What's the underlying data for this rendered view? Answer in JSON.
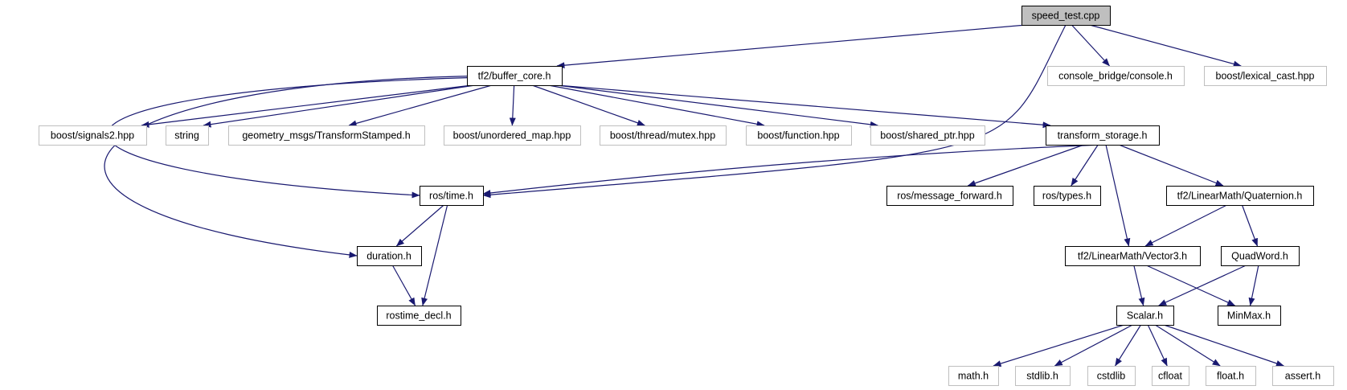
{
  "diagram": {
    "colors": {
      "edge": "#191970",
      "root_fill": "#bfbfbf",
      "root_stroke": "#000000",
      "internal_stroke": "#000000",
      "external_stroke": "#bfbfbf",
      "node_fill": "#ffffff"
    },
    "nodes": [
      {
        "id": "speed_test",
        "label": "speed_test.cpp",
        "kind": "root"
      },
      {
        "id": "buffer_core",
        "label": "tf2/buffer_core.h",
        "kind": "internal"
      },
      {
        "id": "console",
        "label": "console_bridge/console.h",
        "kind": "external"
      },
      {
        "id": "lexical_cast",
        "label": "boost/lexical_cast.hpp",
        "kind": "external"
      },
      {
        "id": "signals2",
        "label": "boost/signals2.hpp",
        "kind": "external"
      },
      {
        "id": "string",
        "label": "string",
        "kind": "external"
      },
      {
        "id": "transform_stamped",
        "label": "geometry_msgs/TransformStamped.h",
        "kind": "external"
      },
      {
        "id": "unordered_map",
        "label": "boost/unordered_map.hpp",
        "kind": "external"
      },
      {
        "id": "mutex",
        "label": "boost/thread/mutex.hpp",
        "kind": "external"
      },
      {
        "id": "function",
        "label": "boost/function.hpp",
        "kind": "external"
      },
      {
        "id": "shared_ptr",
        "label": "boost/shared_ptr.hpp",
        "kind": "external"
      },
      {
        "id": "transform_storage",
        "label": "transform_storage.h",
        "kind": "internal"
      },
      {
        "id": "ros_time",
        "label": "ros/time.h",
        "kind": "internal"
      },
      {
        "id": "message_forward",
        "label": "ros/message_forward.h",
        "kind": "internal"
      },
      {
        "id": "ros_types",
        "label": "ros/types.h",
        "kind": "internal"
      },
      {
        "id": "quaternion",
        "label": "tf2/LinearMath/Quaternion.h",
        "kind": "internal"
      },
      {
        "id": "duration",
        "label": "duration.h",
        "kind": "internal"
      },
      {
        "id": "vector3",
        "label": "tf2/LinearMath/Vector3.h",
        "kind": "internal"
      },
      {
        "id": "quadword",
        "label": "QuadWord.h",
        "kind": "internal"
      },
      {
        "id": "rostime_decl",
        "label": "rostime_decl.h",
        "kind": "internal"
      },
      {
        "id": "scalar",
        "label": "Scalar.h",
        "kind": "internal"
      },
      {
        "id": "minmax",
        "label": "MinMax.h",
        "kind": "internal"
      },
      {
        "id": "math",
        "label": "math.h",
        "kind": "external"
      },
      {
        "id": "stdlib",
        "label": "stdlib.h",
        "kind": "external"
      },
      {
        "id": "cstdlib",
        "label": "cstdlib",
        "kind": "external"
      },
      {
        "id": "cfloat",
        "label": "cfloat",
        "kind": "external"
      },
      {
        "id": "float",
        "label": "float.h",
        "kind": "external"
      },
      {
        "id": "assert",
        "label": "assert.h",
        "kind": "external"
      }
    ],
    "edges": [
      {
        "from": "speed_test",
        "to": "buffer_core"
      },
      {
        "from": "speed_test",
        "to": "console"
      },
      {
        "from": "speed_test",
        "to": "lexical_cast"
      },
      {
        "from": "speed_test",
        "to": "ros_time"
      },
      {
        "from": "buffer_core",
        "to": "signals2"
      },
      {
        "from": "buffer_core",
        "to": "string"
      },
      {
        "from": "buffer_core",
        "to": "transform_stamped"
      },
      {
        "from": "buffer_core",
        "to": "unordered_map"
      },
      {
        "from": "buffer_core",
        "to": "mutex"
      },
      {
        "from": "buffer_core",
        "to": "function"
      },
      {
        "from": "buffer_core",
        "to": "shared_ptr"
      },
      {
        "from": "buffer_core",
        "to": "transform_storage"
      },
      {
        "from": "buffer_core",
        "to": "ros_time"
      },
      {
        "from": "buffer_core",
        "to": "duration"
      },
      {
        "from": "transform_storage",
        "to": "ros_time"
      },
      {
        "from": "transform_storage",
        "to": "message_forward"
      },
      {
        "from": "transform_storage",
        "to": "ros_types"
      },
      {
        "from": "transform_storage",
        "to": "quaternion"
      },
      {
        "from": "transform_storage",
        "to": "vector3"
      },
      {
        "from": "ros_time",
        "to": "duration"
      },
      {
        "from": "ros_time",
        "to": "rostime_decl"
      },
      {
        "from": "duration",
        "to": "rostime_decl"
      },
      {
        "from": "quaternion",
        "to": "vector3"
      },
      {
        "from": "quaternion",
        "to": "quadword"
      },
      {
        "from": "vector3",
        "to": "scalar"
      },
      {
        "from": "vector3",
        "to": "minmax"
      },
      {
        "from": "quadword",
        "to": "scalar"
      },
      {
        "from": "quadword",
        "to": "minmax"
      },
      {
        "from": "scalar",
        "to": "math"
      },
      {
        "from": "scalar",
        "to": "stdlib"
      },
      {
        "from": "scalar",
        "to": "cstdlib"
      },
      {
        "from": "scalar",
        "to": "cfloat"
      },
      {
        "from": "scalar",
        "to": "float"
      },
      {
        "from": "scalar",
        "to": "assert"
      }
    ]
  }
}
